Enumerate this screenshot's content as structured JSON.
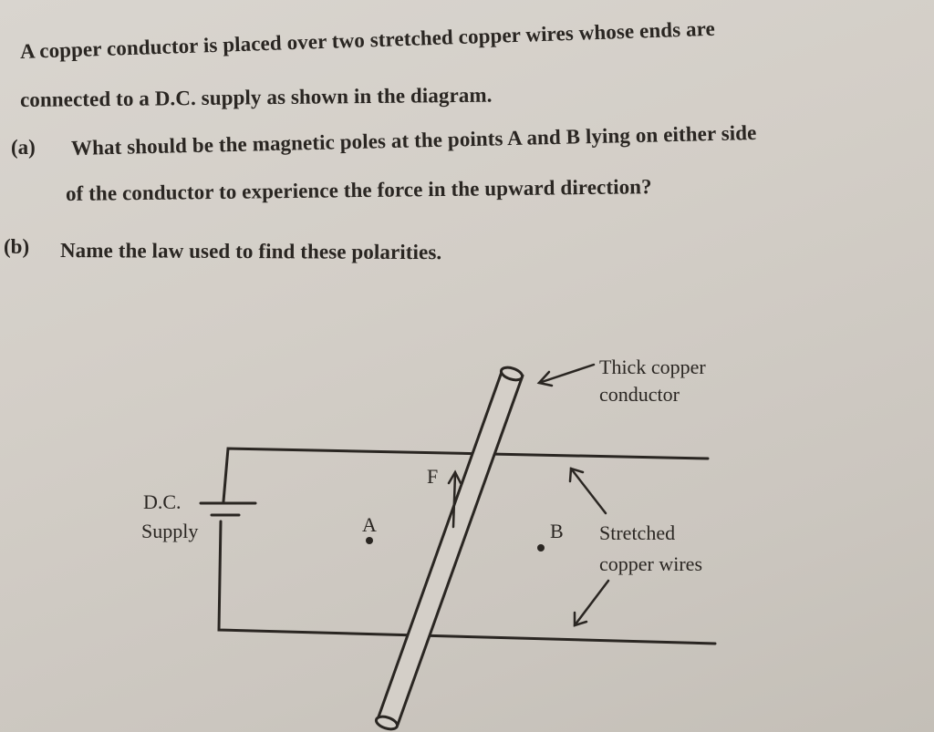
{
  "question": {
    "intro_line1": "A copper conductor is placed over two stretched copper wires whose ends are",
    "intro_line2": "connected to a D.C. supply as shown in the diagram.",
    "parts": [
      {
        "label": "(a)",
        "line1": "What should be the magnetic poles at the points A and B lying on either side",
        "line2": "of the conductor to experience the force in the upward direction?"
      },
      {
        "label": "(b)",
        "line1": "Name the law used to find these polarities."
      }
    ]
  },
  "diagram": {
    "supply_label_1": "D.C.",
    "supply_label_2": "Supply",
    "point_a": "A",
    "point_b": "B",
    "force_label": "F",
    "conductor_label_1": "Thick copper",
    "conductor_label_2": "conductor",
    "wires_label_1": "Stretched",
    "wires_label_2": "copper wires"
  },
  "colors": {
    "paper": "#d3cec7",
    "ink": "#2a2622"
  }
}
